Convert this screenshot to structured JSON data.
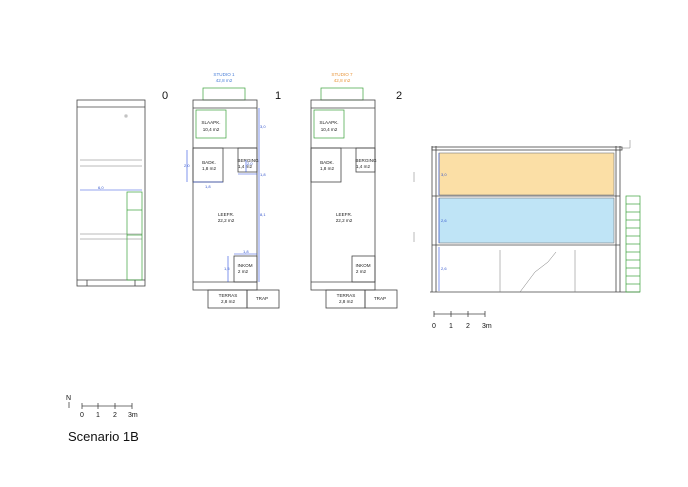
{
  "title": "Scenario 1B",
  "north": "N",
  "scale_labels": [
    "0",
    "1",
    "2",
    "3m"
  ],
  "plans": [
    {
      "number": "0"
    },
    {
      "number": "1",
      "studio_name": "STUDIO 1",
      "studio_area": "42,8 m2",
      "studio_color": "#4a7fd8",
      "rooms": [
        {
          "name": "SLAAPK.",
          "area": "10,4 m2"
        },
        {
          "name": "BADK.",
          "area": "1,8 m2"
        },
        {
          "name": "BERGING",
          "area": "1,4 m2"
        },
        {
          "name": "LEEFR.",
          "area": "22,2 m2"
        },
        {
          "name": "INKOM",
          "area": "2 m2"
        },
        {
          "name": "TERRAS",
          "area": "2,8 m2"
        },
        {
          "name": "TRAP",
          "area": ""
        }
      ]
    },
    {
      "number": "2",
      "studio_name": "STUDIO 7",
      "studio_area": "42,8 m2",
      "studio_color": "#e8953a",
      "rooms": [
        {
          "name": "SLAAPK.",
          "area": "10,4 m2"
        },
        {
          "name": "BADK.",
          "area": "1,8 m2"
        },
        {
          "name": "BERGING",
          "area": "1,4 m2"
        },
        {
          "name": "LEEFR.",
          "area": "22,2 m2"
        },
        {
          "name": "INKOM",
          "area": "2 m2"
        },
        {
          "name": "TERRAS",
          "area": "2,8 m2"
        },
        {
          "name": "TRAP",
          "area": ""
        }
      ]
    }
  ],
  "dimensions": {
    "plan0_width": "6,0",
    "plan1": [
      "3,0",
      "2,0",
      "1,8",
      "1,8",
      "8,1",
      "1,8",
      "1,5",
      "2,0"
    ],
    "section": [
      "3,0",
      "2,6",
      "2,6"
    ]
  },
  "section_colors": {
    "upper": "#fbdfa6",
    "lower": "#bfe4f6"
  }
}
